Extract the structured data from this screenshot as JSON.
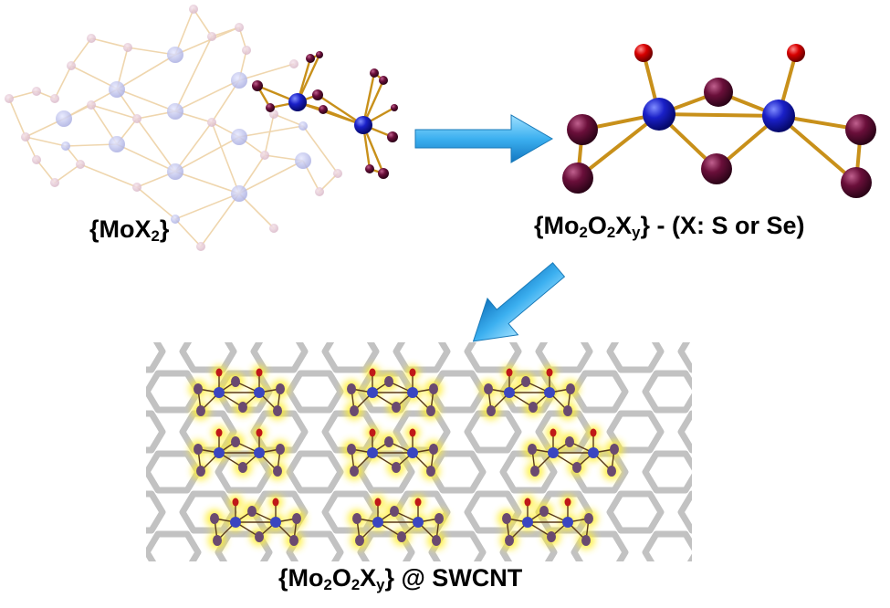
{
  "labels": {
    "mox2": {
      "pre": "{MoX",
      "sub1": "2",
      "post": "}"
    },
    "complex": {
      "pre": "{Mo",
      "sub1": "2",
      "mid1": "O",
      "sub2": "2",
      "mid2": "X",
      "sub3": "y",
      "post": "} - (X: S or Se)"
    },
    "swcnt": {
      "pre": "{Mo",
      "sub1": "2",
      "mid1": "O",
      "sub2": "2",
      "mid2": "X",
      "sub3": "y",
      "post": "} @ SWCNT"
    }
  },
  "colors": {
    "molybdenum": "#1a20c8",
    "chalcogen": "#6a0f3a",
    "oxygen": "#d80000",
    "bond": "#c8901a",
    "arrow": "#3cb0f0",
    "lattice_atom": "#b8bce8",
    "lattice_bond": "#f0d8b0",
    "nanotube": "#b8b8b8",
    "glow": "#ffee30"
  }
}
